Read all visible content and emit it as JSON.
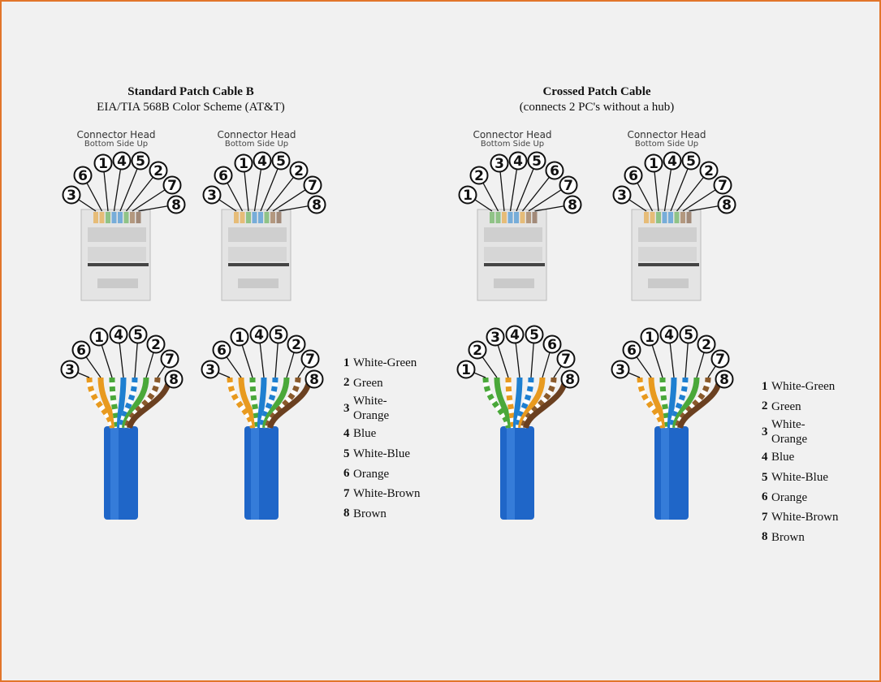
{
  "left_section": {
    "title": "Standard Patch Cable B",
    "subtitle": "EIA/TIA 568B Color Scheme (AT&T)"
  },
  "right_section": {
    "title": "Crossed Patch Cable",
    "subtitle": "(connects 2 PC's without a hub)"
  },
  "connector_caption": {
    "line1": "Connector Head",
    "line2": "Bottom Side Up"
  },
  "diagrams": [
    {
      "name": "standard-a",
      "pin_order": [
        "3",
        "6",
        "1",
        "4",
        "5",
        "2",
        "7",
        "8"
      ]
    },
    {
      "name": "standard-b",
      "pin_order": [
        "3",
        "6",
        "1",
        "4",
        "5",
        "2",
        "7",
        "8"
      ]
    },
    {
      "name": "crossed-a",
      "pin_order": [
        "1",
        "2",
        "3",
        "4",
        "5",
        "6",
        "7",
        "8"
      ]
    },
    {
      "name": "crossed-b",
      "pin_order": [
        "3",
        "6",
        "1",
        "4",
        "5",
        "2",
        "7",
        "8"
      ]
    }
  ],
  "wire_colors": {
    "1": {
      "base": "#ffffff",
      "stripe": "#4aa83a"
    },
    "2": {
      "base": "#4aa83a",
      "stripe": null
    },
    "3": {
      "base": "#ffffff",
      "stripe": "#e89a1f"
    },
    "4": {
      "base": "#1e7fd0",
      "stripe": null
    },
    "5": {
      "base": "#ffffff",
      "stripe": "#1e7fd0"
    },
    "6": {
      "base": "#e89a1f",
      "stripe": null
    },
    "7": {
      "base": "#ffffff",
      "stripe": "#8a5a2b"
    },
    "8": {
      "base": "#6b4020",
      "stripe": null
    }
  },
  "cable_color": "#1f66c8",
  "border_color": "#e2752a",
  "legend_left": [
    {
      "num": "1",
      "label": "White-Green"
    },
    {
      "num": "2",
      "label": "Green"
    },
    {
      "num": "3",
      "label": "White-",
      "label2": "Orange"
    },
    {
      "num": "4",
      "label": "Blue"
    },
    {
      "num": "5",
      "label": "White-Blue"
    },
    {
      "num": "6",
      "label": "Orange"
    },
    {
      "num": "7",
      "label": "White-Brown"
    },
    {
      "num": "8",
      "label": "Brown"
    }
  ],
  "legend_right": [
    {
      "num": "1",
      "label": "White-Green"
    },
    {
      "num": "2",
      "label": "Green"
    },
    {
      "num": "3",
      "label": "White-",
      "label2": "Orange"
    },
    {
      "num": "4",
      "label": "Blue"
    },
    {
      "num": "5",
      "label": "White-Blue"
    },
    {
      "num": "6",
      "label": "Orange"
    },
    {
      "num": "7",
      "label": "White-Brown"
    },
    {
      "num": "8",
      "label": "Brown"
    }
  ]
}
